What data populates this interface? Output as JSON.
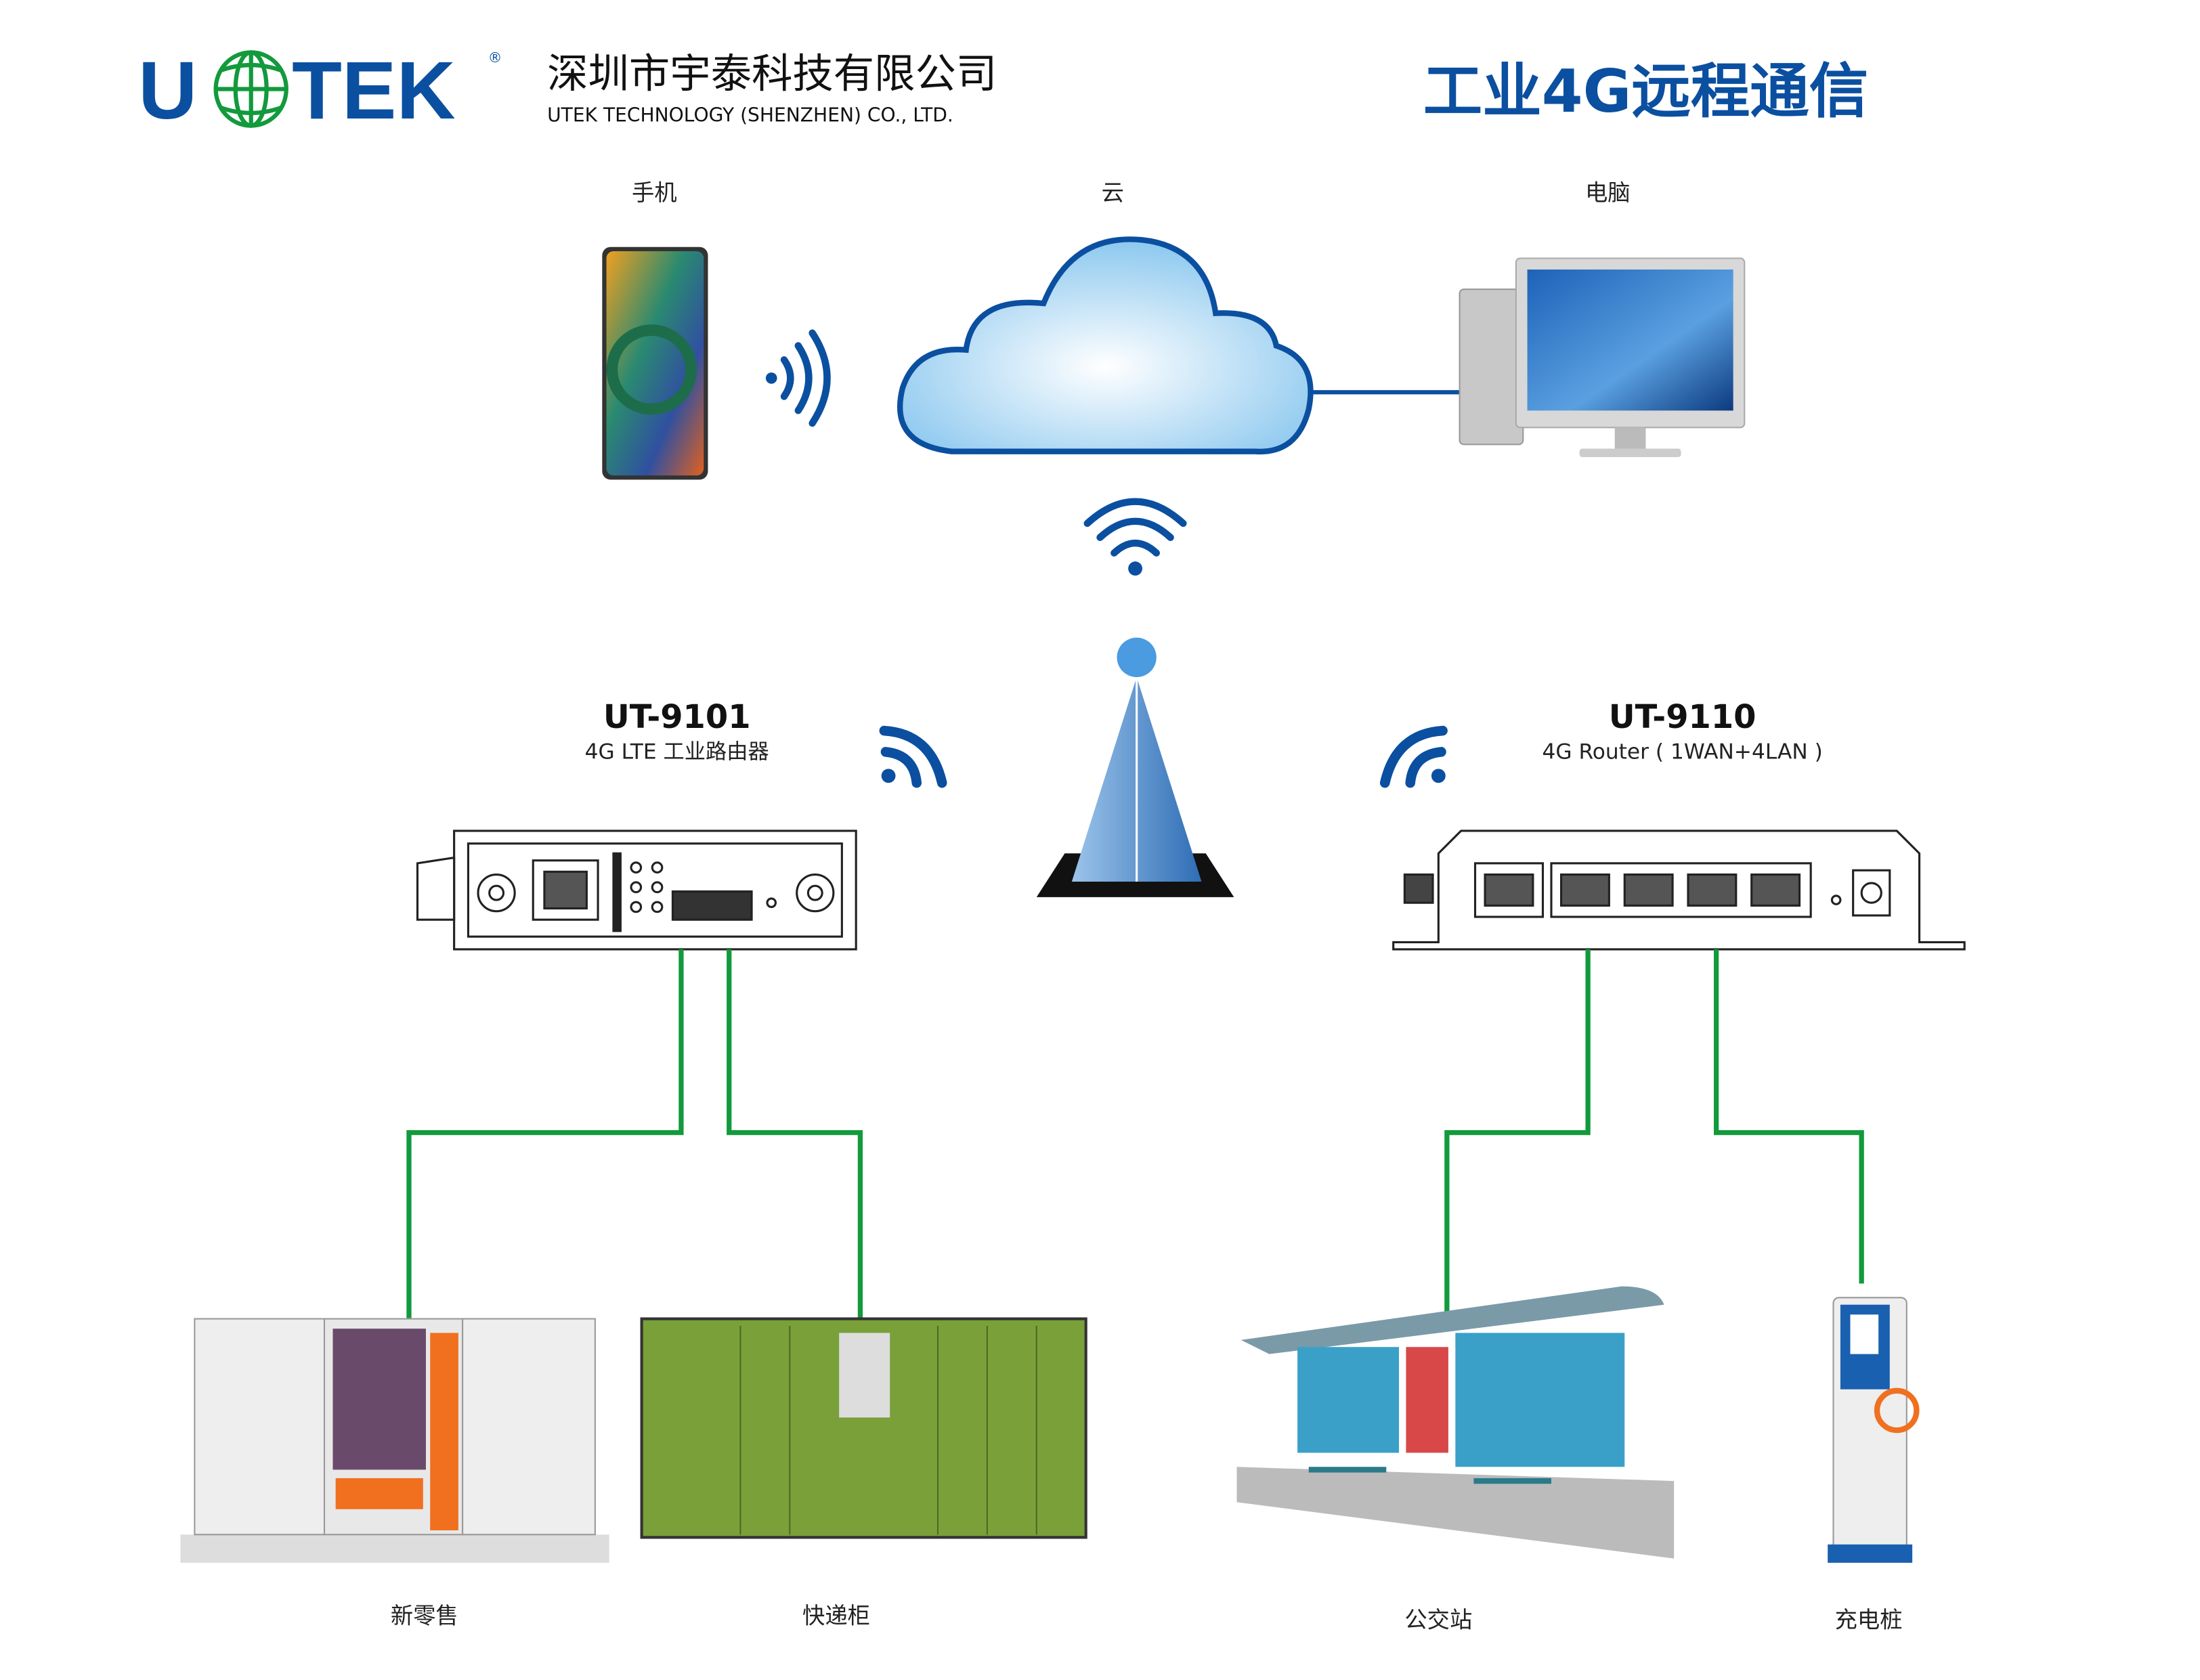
{
  "header": {
    "logo_text": "UTEK",
    "company_cn": "深圳市宇泰科技有限公司",
    "company_en": "UTEK TECHNOLOGY (SHENZHEN) CO., LTD.",
    "title": "工业4G远程通信",
    "brand_blue": "#0b4fa0",
    "brand_green": "#129a3c"
  },
  "top_nodes": {
    "phone": "手机",
    "cloud": "云",
    "computer": "电脑"
  },
  "routers": [
    {
      "model": "UT-9101",
      "desc": "4G LTE 工业路由器"
    },
    {
      "model": "UT-9110",
      "desc": "4G Router ( 1WAN+4LAN )"
    }
  ],
  "devices": [
    "新零售",
    "快递柜",
    "公交站",
    "充电桩"
  ],
  "wire_color": "#129a3c"
}
